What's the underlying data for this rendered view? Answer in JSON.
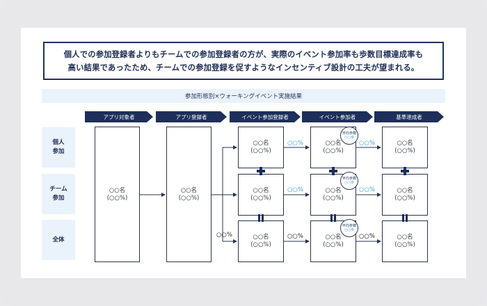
{
  "callout": {
    "line1": "個人での参加登録者よりもチームでの参加登録者の方が、実際のイベント参加率も歩数目標達成率も",
    "line2": "高い結果であったため、チームでの参加登録を促すようなインセンティブ設計の工夫が望まれる。"
  },
  "subtitle": "参加形態別×ウォーキングイベント実施結果",
  "stages": [
    "アプリ対象者",
    "アプリ登録者",
    "イベント参加登録者",
    "イベント参加者",
    "基準達成者"
  ],
  "rows": [
    {
      "line1": "個人",
      "line2": "参加"
    },
    {
      "line1": "チーム",
      "line2": "参加"
    },
    {
      "line1": "全体",
      "line2": ""
    }
  ],
  "box": {
    "line1": "○○名",
    "line2": "(○○%)"
  },
  "rate": "○○%",
  "badge": {
    "line1": "平均歩数",
    "line2": "○○歩"
  },
  "colors": {
    "navy": "#1d2f5a",
    "rate_blue": "#3fa3d6",
    "label_bg": "#eaf2fb"
  }
}
